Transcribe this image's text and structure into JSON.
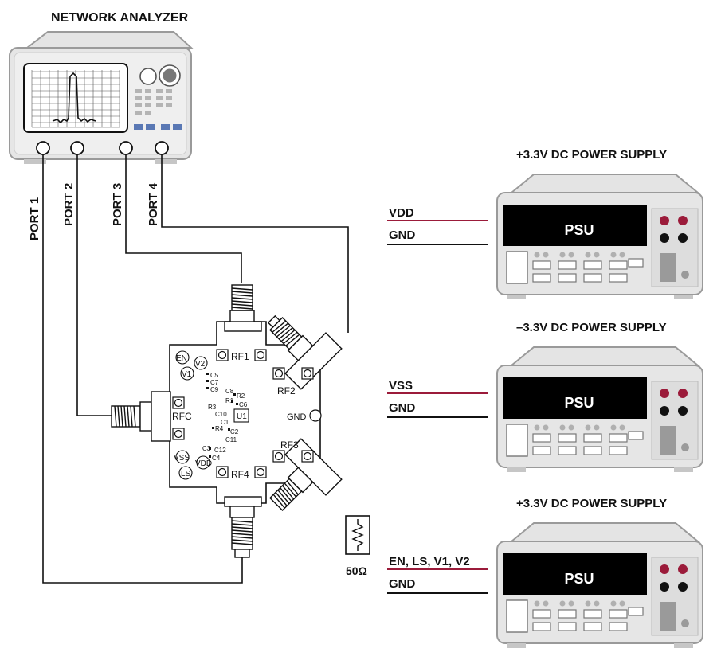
{
  "analyzer": {
    "title": "NETWORK ANALYZER",
    "ports": [
      "PORT 1",
      "PORT 2",
      "PORT 3",
      "PORT 4"
    ]
  },
  "supplies": [
    {
      "title": "+3.3V DC POWER SUPPLY",
      "screen": "PSU",
      "line1": "VDD",
      "line2": "GND"
    },
    {
      "title": "–3.3V DC POWER SUPPLY",
      "screen": "PSU",
      "line1": "VSS",
      "line2": "GND"
    },
    {
      "title": "+3.3V DC POWER SUPPLY",
      "screen": "PSU",
      "line1": "EN, LS, V1, V2",
      "line2": "GND"
    }
  ],
  "board": {
    "ports": {
      "rf1": "RF1",
      "rf2": "RF2",
      "rf3": "RF3",
      "rf4": "RF4",
      "rfc": "RFC",
      "gnd": "GND"
    },
    "pins": {
      "en": "EN",
      "v2": "V2",
      "v1": "V1",
      "vss": "VSS",
      "vdd": "VDD",
      "ls": "LS"
    },
    "components": {
      "c5": "C5",
      "c7": "C7",
      "c9": "C9",
      "c8": "C8",
      "r2": "R2",
      "r1": "R1",
      "r3": "R3",
      "c6": "C6",
      "c10": "C10",
      "c1": "C1",
      "u1": "U1",
      "r4": "R4",
      "c2": "C2",
      "c11": "C11",
      "c3": "C3",
      "c12": "C12",
      "c4": "C4"
    }
  },
  "termination": {
    "label": "50Ω"
  },
  "colors": {
    "instrument_body": "#e4e4e4",
    "instrument_edge": "#9a9a9a",
    "psu_screen": "#000000",
    "terminal_red": "#9b1b3a",
    "button_blue": "#5a78b4",
    "supply_wire": "#9b1b3a",
    "wire": "#111111"
  }
}
